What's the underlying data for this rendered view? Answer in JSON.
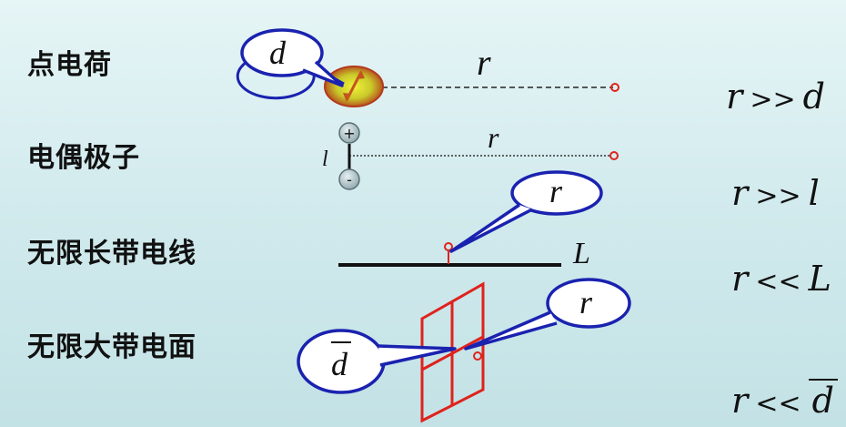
{
  "rows": [
    {
      "label": "点电荷",
      "condition": {
        "lhs": "r",
        "op": ">>",
        "rhs": "d"
      }
    },
    {
      "label": "电偶极子",
      "condition": {
        "lhs": "r",
        "op": ">>",
        "rhs": "l"
      }
    },
    {
      "label": "无限长带电线",
      "condition": {
        "lhs": "r",
        "op": "<<",
        "rhs": "L"
      }
    },
    {
      "label": "无限大带电面",
      "condition": {
        "lhs": "r",
        "op": "<<",
        "rhs": "d"
      }
    }
  ],
  "diagram": {
    "point_charge": {
      "bubble_text": "d",
      "distance_label": "r"
    },
    "dipole": {
      "plus": "+",
      "minus": "-",
      "length_label": "l",
      "distance_label": "r"
    },
    "line_charge": {
      "bubble_text": "r",
      "length_label": "L"
    },
    "plane_charge": {
      "bubble_r": "r",
      "bubble_d": "d"
    }
  },
  "colors": {
    "bubble": "#1a22b0",
    "red": "#e0221c",
    "charge_fill": "#d4d43a"
  }
}
